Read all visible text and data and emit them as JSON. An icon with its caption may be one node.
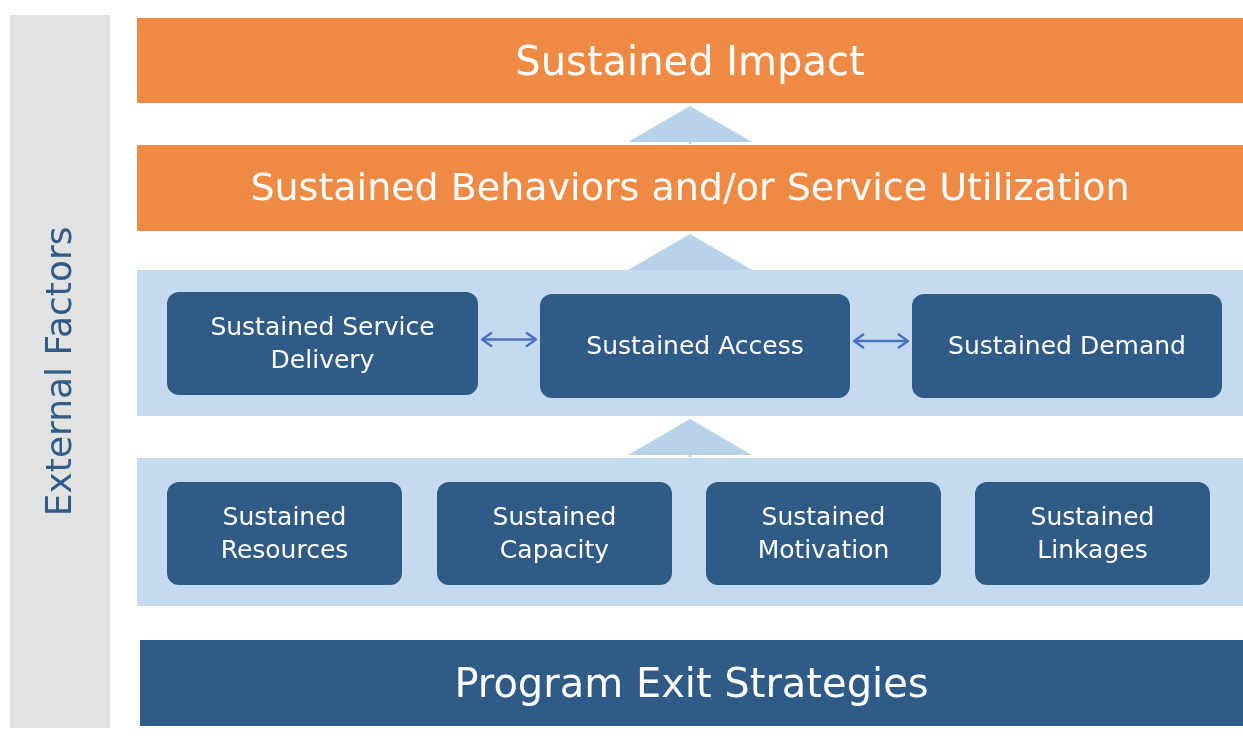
{
  "diagram": {
    "nodes": [
      {
        "text": [
          "External Factors"
        ]
      },
      {
        "text": [
          "Sustained Impact"
        ]
      },
      {
        "text": [
          "Sustained Behaviors and/or Service Utilization"
        ]
      },
      {
        "text": [],
        "shape": "box"
      },
      {
        "text": [
          "Sustained Service Delivery"
        ],
        "in": 3
      },
      {
        "text": [
          "Sustained Access"
        ],
        "in": 3
      },
      {
        "text": [
          "Sustained Demand"
        ],
        "in": 3
      },
      {
        "text": [],
        "shape": "box"
      },
      {
        "text": [
          "Sustained Resources"
        ],
        "in": 7
      },
      {
        "text": [
          "Sustained Capacity"
        ],
        "in": 7
      },
      {
        "text": [
          "Sustained Motivation"
        ],
        "in": 7
      },
      {
        "text": [
          "Sustained Linkages"
        ],
        "in": 7
      },
      {
        "text": [
          "Program Exit Strategies"
        ]
      }
    ],
    "edges": [
      {
        "from": 2,
        "to": 1,
        "arrow": "to"
      },
      {
        "from": 3,
        "to": 2,
        "arrow": "to"
      },
      {
        "from": 7,
        "to": 3,
        "arrow": "to"
      },
      {
        "from": 4,
        "to": 5,
        "arrow": "both",
        "color": "#4a72c4"
      },
      {
        "from": 5,
        "to": 6,
        "arrow": "both",
        "color": "#4a72c4"
      }
    ]
  }
}
